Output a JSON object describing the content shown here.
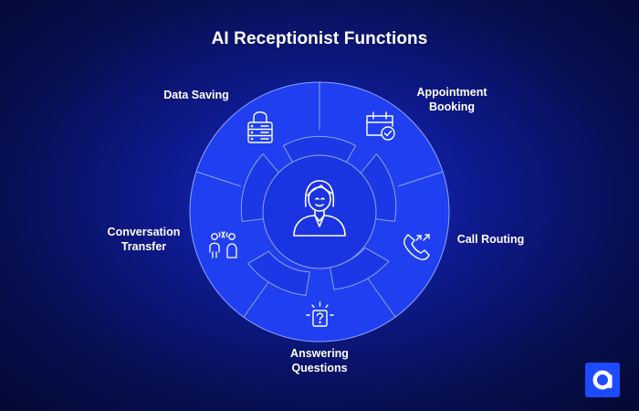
{
  "title": "AI Receptionist Functions",
  "functions": [
    {
      "id": "data-saving",
      "lines": [
        "Data Saving"
      ],
      "icon": "lock-server-icon"
    },
    {
      "id": "appointment-booking",
      "lines": [
        "Appointment",
        "Booking"
      ],
      "icon": "calendar-check-icon"
    },
    {
      "id": "call-routing",
      "lines": [
        "Call Routing"
      ],
      "icon": "phone-forward-icon"
    },
    {
      "id": "answering-questions",
      "lines": [
        "Answering",
        "Questions"
      ],
      "icon": "question-sign-icon"
    },
    {
      "id": "conversation-transfer",
      "lines": [
        "Conversation",
        "Transfer"
      ],
      "icon": "people-transfer-icon"
    }
  ],
  "center": {
    "icon": "receptionist-icon"
  },
  "logo": {
    "icon": "brand-a-logo-icon"
  },
  "colors": {
    "outer_ring": "#1f3ff0",
    "ring_stroke": "#8ea4ff",
    "inner_ring": "#1c37e6",
    "center": "#1a34e2",
    "logo_bg": "#1d4bff"
  }
}
